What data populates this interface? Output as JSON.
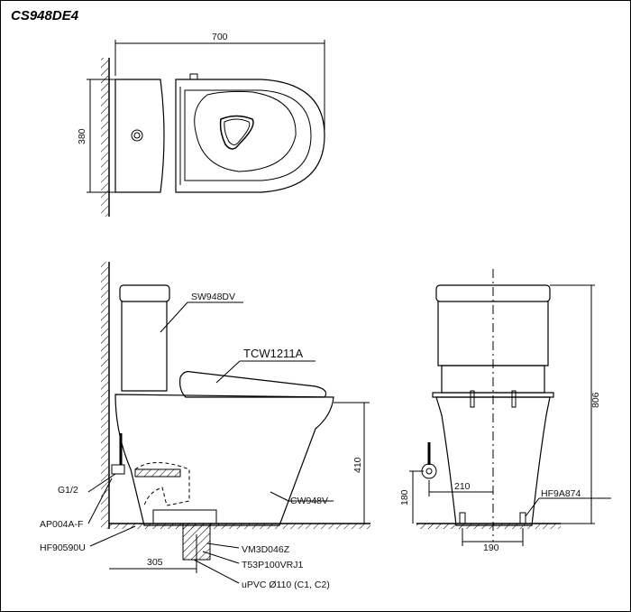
{
  "title": "CS948DE4",
  "dimensions": {
    "top_width": "700",
    "top_depth": "380",
    "side_height": "410",
    "side_rough_in": "305",
    "front_height": "806",
    "front_offset": "210",
    "front_inlet_height": "180",
    "front_base": "190"
  },
  "parts": {
    "tank": "SW948DV",
    "seat": "TCW1211A",
    "bowl": "CW948V",
    "inlet": "G1/2",
    "valve": "AP004A-F",
    "hose": "HF90590U",
    "flange": "VM3D046Z",
    "trap": "T53P100VRJ1",
    "pipe": "uPVC Ø110 (C1, C2)",
    "bolt": "HF9A874"
  }
}
